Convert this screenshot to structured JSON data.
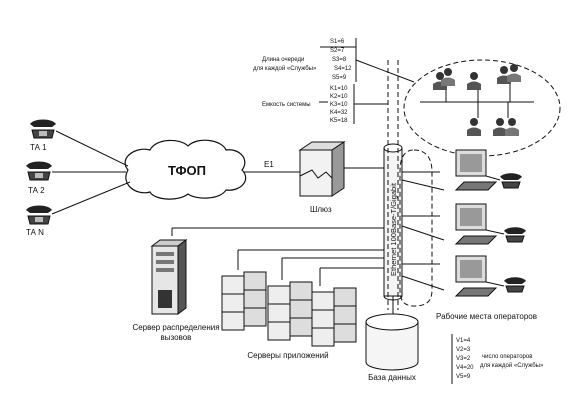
{
  "pstn": {
    "label": "ТФОП"
  },
  "phones": [
    {
      "label": "ТА 1"
    },
    {
      "label": "ТА 2"
    },
    {
      "label": "ТА N"
    }
  ],
  "link_e1": {
    "label": "E1"
  },
  "gateway": {
    "label": "Шлюз"
  },
  "bus": {
    "label": "Ethernet 100Base-T/Gigabit"
  },
  "queue": {
    "caption_line1": "Длина очереди",
    "caption_line2": "для каждой «Службы»",
    "values": [
      "S1=6",
      "S2=7",
      "S3=8",
      "S4=12",
      "S5=9"
    ]
  },
  "capacity": {
    "caption": "Емкость системы",
    "values": [
      "K1=10",
      "K2=10",
      "K3=10",
      "K4=32",
      "K5=18"
    ]
  },
  "operators": {
    "caption_line1": "число операторов",
    "caption_line2": "для каждой «Службы»",
    "values": [
      "V1=4",
      "V2=3",
      "V3=2",
      "V4=20",
      "V5=9"
    ]
  },
  "call_server": {
    "label_line1": "Сервер распределения",
    "label_line2": "вызовов"
  },
  "app_servers": {
    "label": "Серверы приложений"
  },
  "database": {
    "label": "База данных"
  },
  "workstations": {
    "label": "Рабочие места операторов"
  }
}
